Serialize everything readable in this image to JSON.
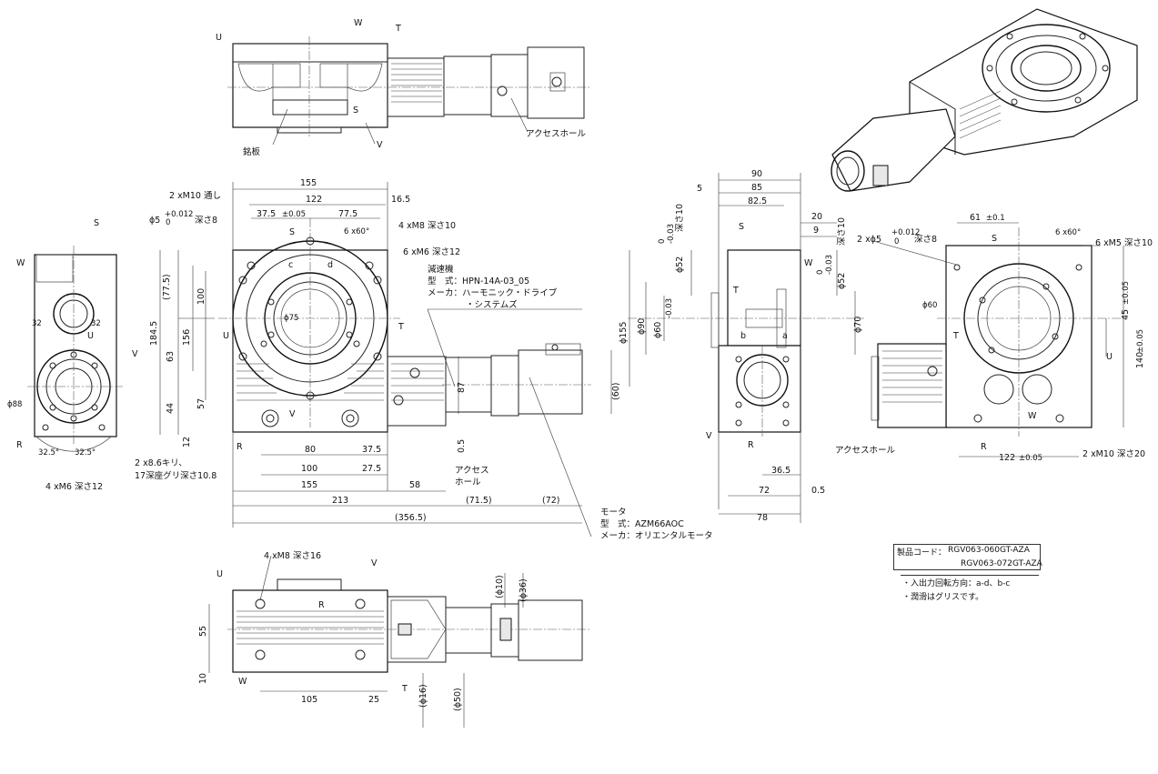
{
  "product": {
    "code_label": "製品コード：",
    "codes": [
      "RGV063-060GT-AZA",
      "RGV063-072GT-AZA"
    ]
  },
  "notes": [
    "・入出力回転方向：a-d、b-c",
    "・潤滑はグリスです。"
  ],
  "reducer": {
    "title": "減速機",
    "model": "型　式：HPN-14A-03_05",
    "maker_line1": "メーカ：ハーモニック・ドライブ",
    "maker_line2": "・システムズ"
  },
  "motor": {
    "title": "モータ",
    "model": "型　式：AZM66AOC",
    "maker": "メーカ：オリエンタルモータ"
  },
  "callouts": {
    "access_hole": "アクセスホール",
    "access_hole_split_1": "アクセス",
    "access_hole_split_2": "ホール",
    "nameplate": "銘板",
    "hole_2xM10_thru": "2 xM10 通し",
    "hole_phi5": "ϕ5",
    "tol_phi5_upper": "+0.012",
    "tol_phi5_lower": "0",
    "phi5_depth": "深さ8",
    "hole_4xM8_d10": "4 xM8 深さ10",
    "hole_6xM6_d12": "6 xM6 深さ12",
    "hole_4xM6_d12": "4 xM6 深さ12",
    "hole_2x86": "2 x8.6キリ、",
    "hole_17cb": "17深座グリ深さ10.8",
    "hole_4xM8_d16": "4 xM8 深さ16",
    "hole_2xphi5_right": "2 xϕ5",
    "hole_6xM5_d10": "6 xM5 深さ10",
    "hole_2xM10_d20": "2 xM10 深さ20",
    "depth10": "深さ10",
    "angle_6x60": "6 x60°",
    "tol_003_upper": "-0.03",
    "tol_003_lower": "0"
  },
  "letters": {
    "S": "S",
    "T": "T",
    "U": "U",
    "V": "V",
    "W": "W",
    "R": "R",
    "a": "a",
    "b": "b",
    "c": "c",
    "d": "d"
  },
  "dims_front": {
    "w155": "155",
    "w122": "122",
    "d16_5": "16.5",
    "d37_5": "37.5",
    "tol005": "±0.05",
    "d77_5": "77.5",
    "h77_5": "(77.5)",
    "h184_5": "184.5",
    "h156": "156",
    "h100": "100",
    "h63": "63",
    "h44": "44",
    "h57": "57",
    "h12": "12",
    "phi75": "ϕ75",
    "b80": "80",
    "b37_5": "37.5",
    "b100": "100",
    "b27_5": "27.5",
    "b155": "155",
    "b58": "58",
    "b213": "213",
    "b71_5": "(71.5)",
    "b72": "(72)",
    "b356_5": "(356.5)",
    "v87": "87",
    "v60": "(60)",
    "v0_5": "0.5"
  },
  "dims_left": {
    "a32a": "32",
    "a32b": "32",
    "phi88": "ϕ88",
    "ang1": "32.5°",
    "ang2": "32.5°"
  },
  "dims_side": {
    "d90": "90",
    "d85": "85",
    "d82_5": "82.5",
    "d5": "5",
    "d20": "20",
    "d9": "9",
    "phi52a": "ϕ52",
    "phi52b": "ϕ52",
    "phi155": "ϕ155",
    "phi90": "ϕ90",
    "phi60": "ϕ60",
    "phi70": "ϕ70",
    "d36_5": "36.5",
    "d72": "72",
    "d0_5": "0.5",
    "d78": "78"
  },
  "dims_right": {
    "d61": "61",
    "tol01": "±0.1",
    "phi60": "ϕ60",
    "d45": "45",
    "tol005": "±0.05",
    "d140": "140",
    "d122": "122"
  },
  "dims_bottom": {
    "h55": "55",
    "h10": "10",
    "w105": "105",
    "w25": "25",
    "phi10": "(ϕ10)",
    "phi36": "(ϕ36)",
    "phi16": "(ϕ16)",
    "phi50": "(ϕ50)"
  }
}
